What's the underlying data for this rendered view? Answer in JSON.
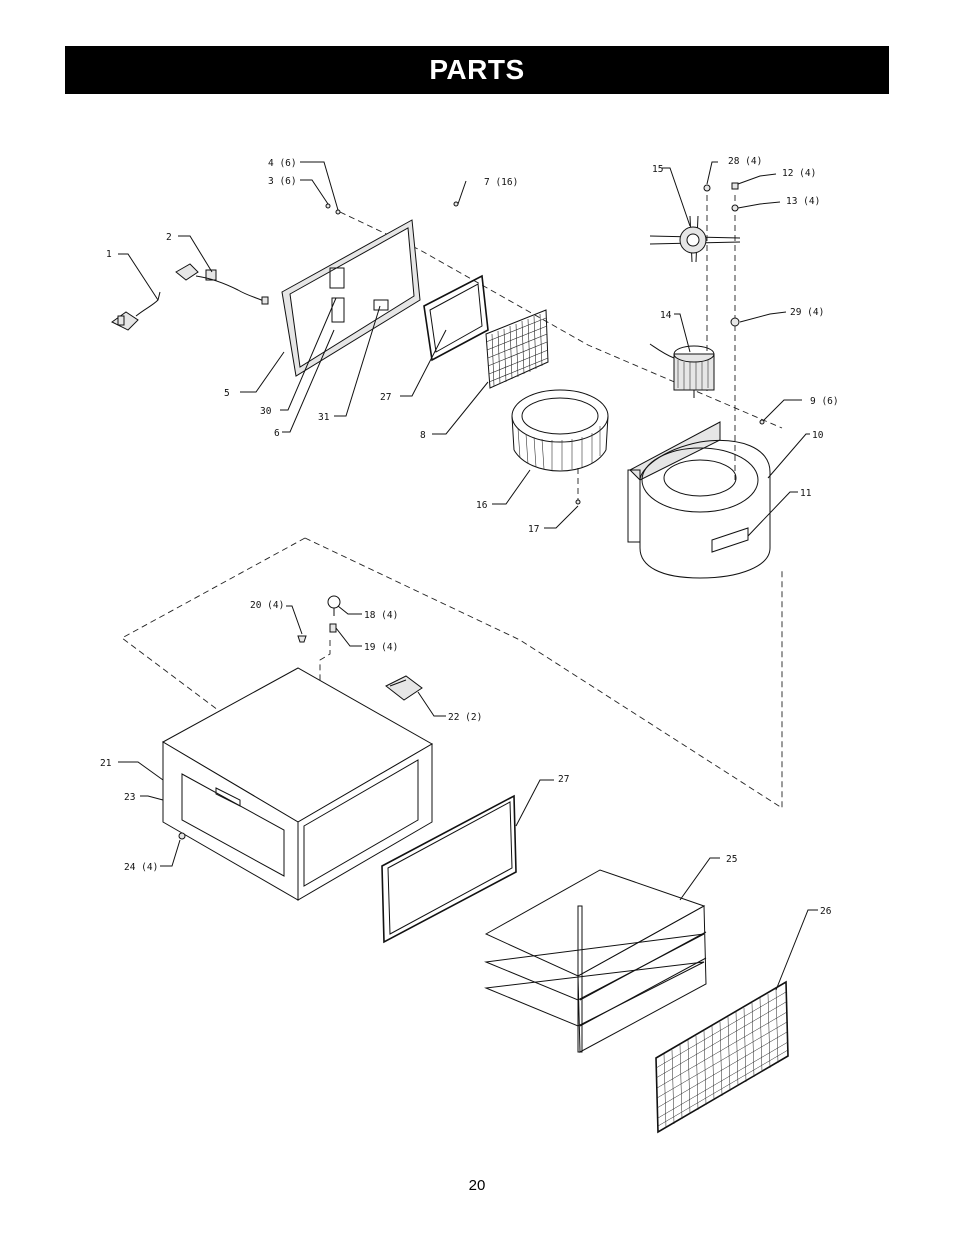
{
  "header": {
    "title": "PARTS"
  },
  "callouts": [
    {
      "id": "c1",
      "text": "1"
    },
    {
      "id": "c2",
      "text": "2"
    },
    {
      "id": "c3",
      "text": "3 (6)"
    },
    {
      "id": "c4",
      "text": "4 (6)"
    },
    {
      "id": "c5",
      "text": "5"
    },
    {
      "id": "c6",
      "text": "6"
    },
    {
      "id": "c7",
      "text": "7 (16)"
    },
    {
      "id": "c8",
      "text": "8"
    },
    {
      "id": "c9",
      "text": "9 (6)"
    },
    {
      "id": "c10",
      "text": "10"
    },
    {
      "id": "c11",
      "text": "11"
    },
    {
      "id": "c12",
      "text": "12 (4)"
    },
    {
      "id": "c13",
      "text": "13 (4)"
    },
    {
      "id": "c14",
      "text": "14"
    },
    {
      "id": "c15",
      "text": "15"
    },
    {
      "id": "c16",
      "text": "16"
    },
    {
      "id": "c17",
      "text": "17"
    },
    {
      "id": "c18",
      "text": "18 (4)"
    },
    {
      "id": "c19",
      "text": "19 (4)"
    },
    {
      "id": "c20",
      "text": "20 (4)"
    },
    {
      "id": "c21",
      "text": "21"
    },
    {
      "id": "c22",
      "text": "22 (2)"
    },
    {
      "id": "c23",
      "text": "23"
    },
    {
      "id": "c24",
      "text": "24 (4)"
    },
    {
      "id": "c25",
      "text": "25"
    },
    {
      "id": "c26",
      "text": "26"
    },
    {
      "id": "c27a",
      "text": "27"
    },
    {
      "id": "c27b",
      "text": "27"
    },
    {
      "id": "c28",
      "text": "28 (4)"
    },
    {
      "id": "c29",
      "text": "29 (4)"
    },
    {
      "id": "c30",
      "text": "30"
    },
    {
      "id": "c31",
      "text": "31"
    }
  ],
  "footer": {
    "page_number": "20"
  }
}
